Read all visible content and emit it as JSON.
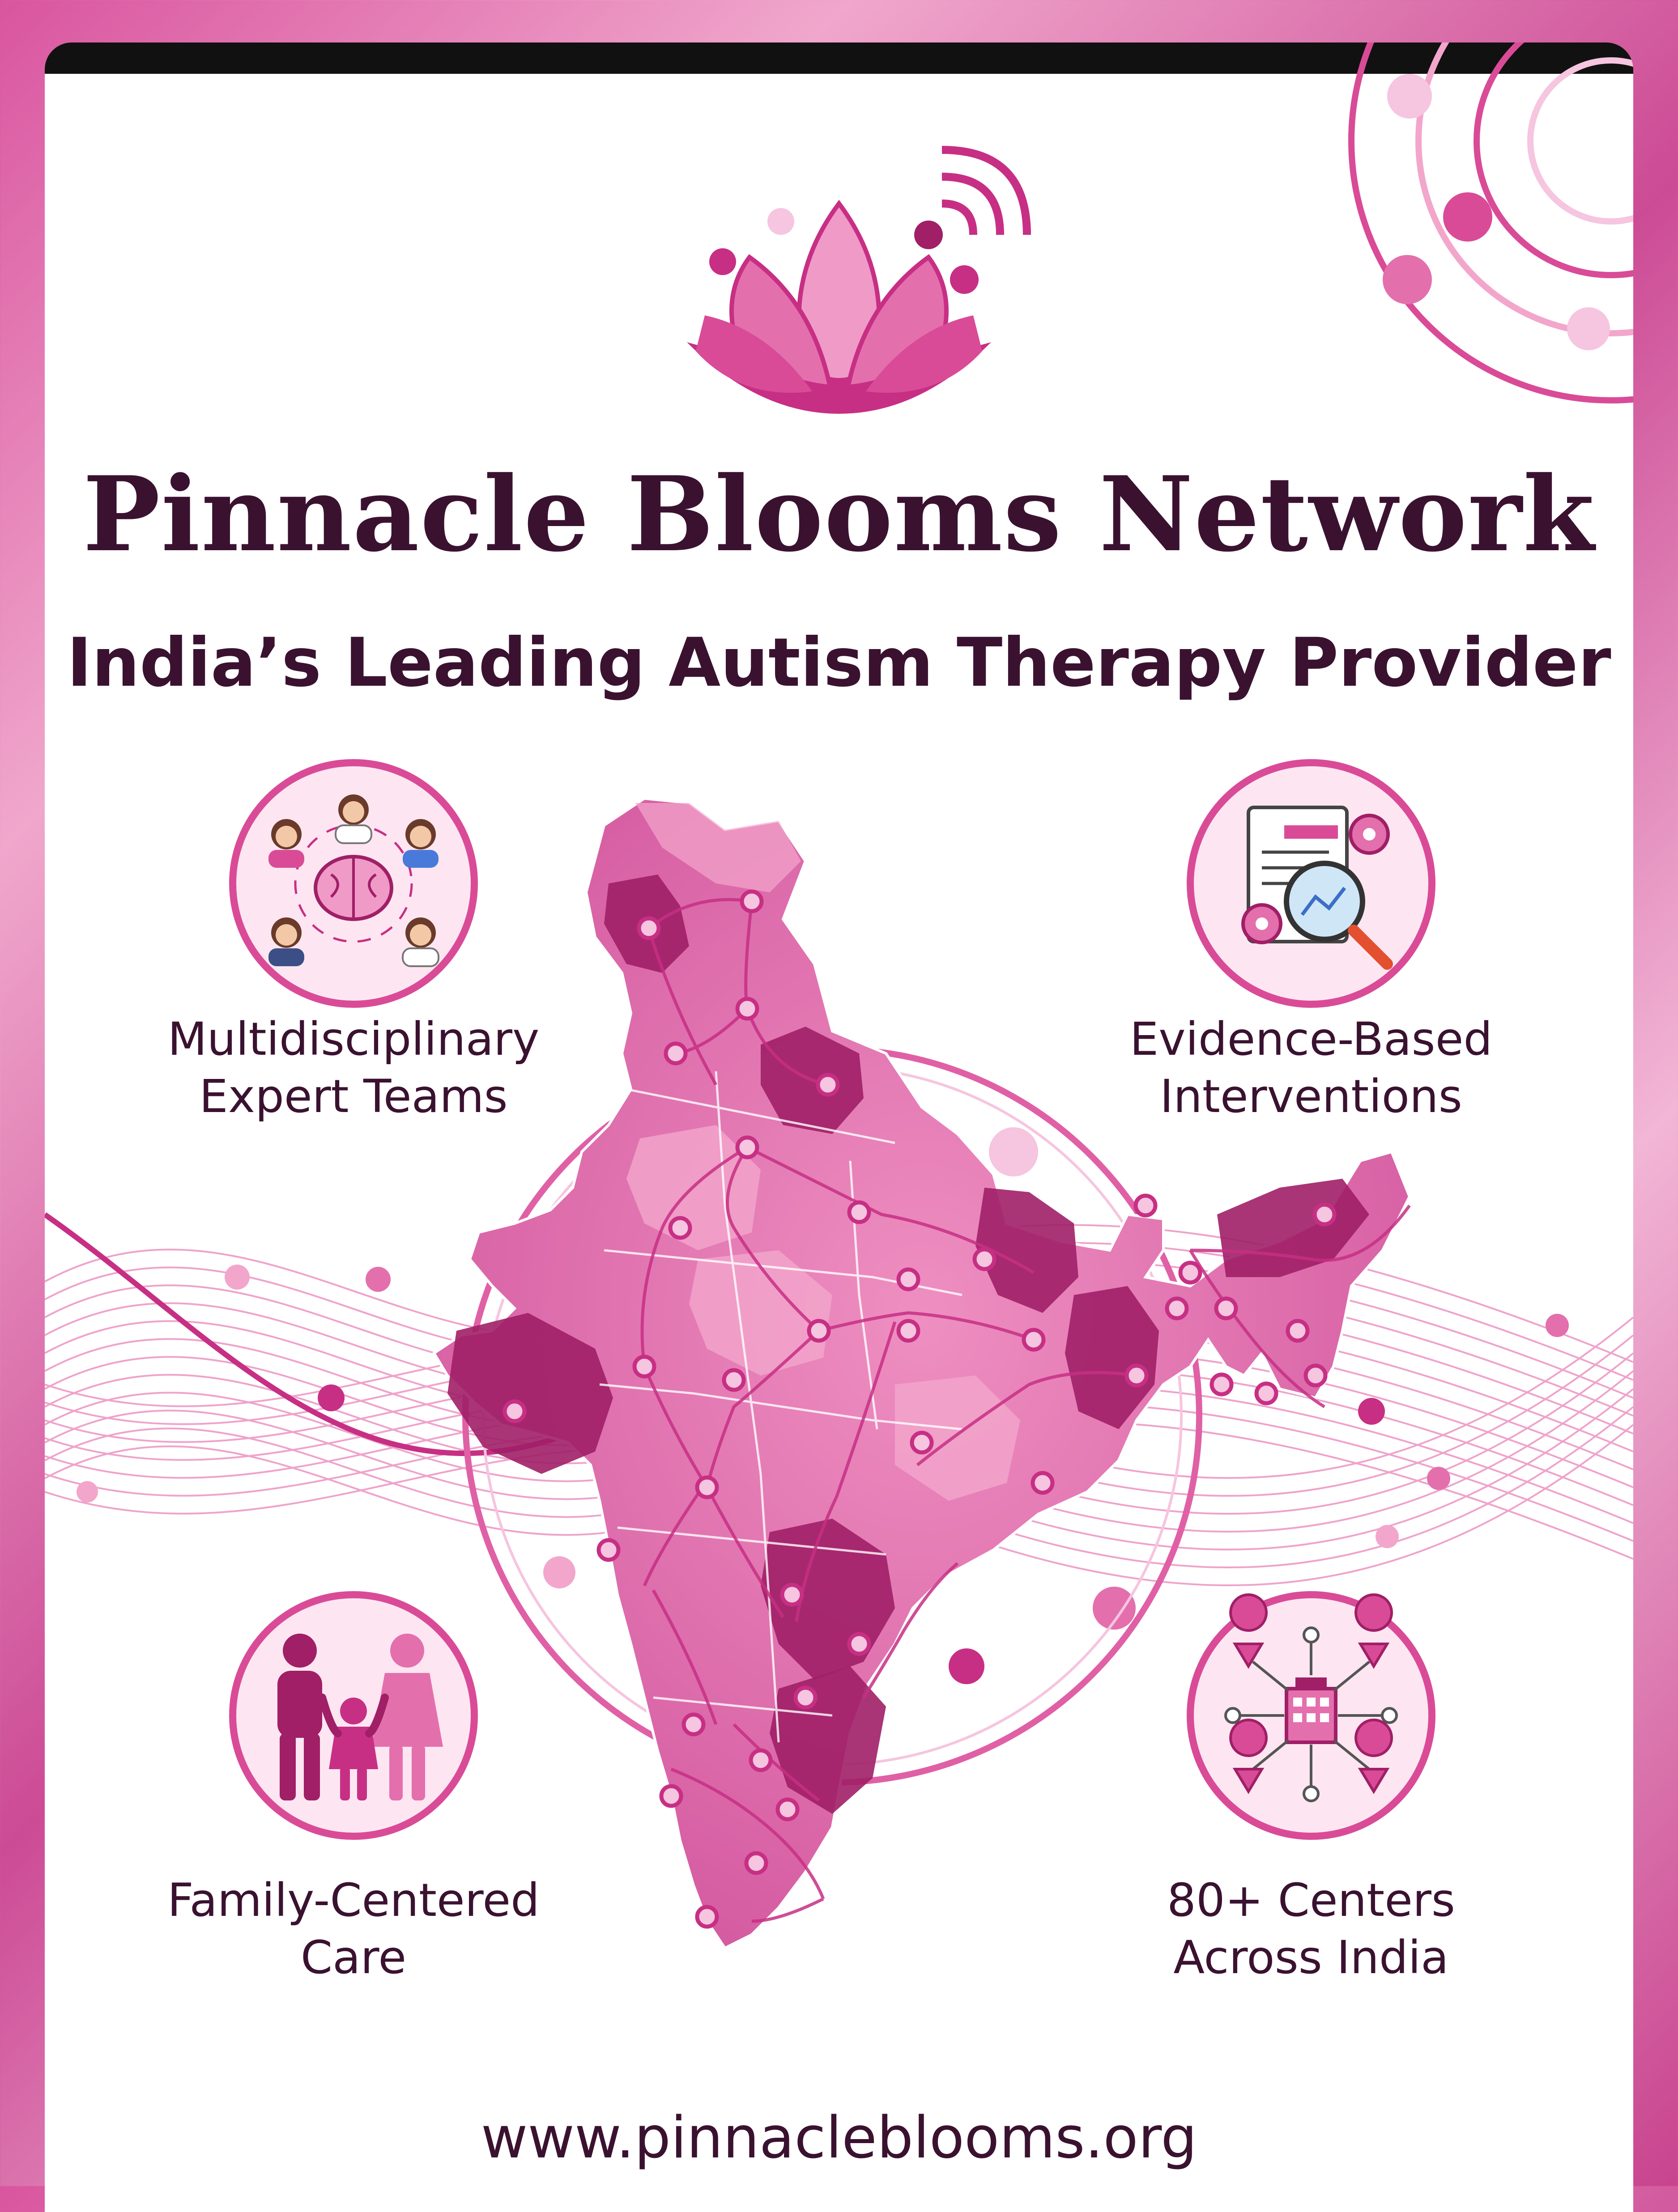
{
  "header": {
    "title": "Pinnacle Blooms Network",
    "subtitle": "India’s Leading Autism Therapy Provider"
  },
  "features": {
    "top_left": {
      "line1": "Multidisciplinary",
      "line2": "Expert Teams",
      "icon": "team-brain-icon"
    },
    "top_right": {
      "line1": "Evidence-Based",
      "line2": "Interventions",
      "icon": "document-magnifier-icon"
    },
    "bottom_left": {
      "line1": "Family-Centered",
      "line2": "Care",
      "icon": "family-icon"
    },
    "bottom_right": {
      "line1": "80+ Centers",
      "line2": "Across India",
      "icon": "center-network-icon"
    }
  },
  "footer": {
    "url": "www.pinnacleblooms.org"
  },
  "colors": {
    "primary": "#c72f84",
    "dark_magenta": "#a01f67",
    "light_pink": "#f6c5df",
    "text": "#3a1230"
  }
}
